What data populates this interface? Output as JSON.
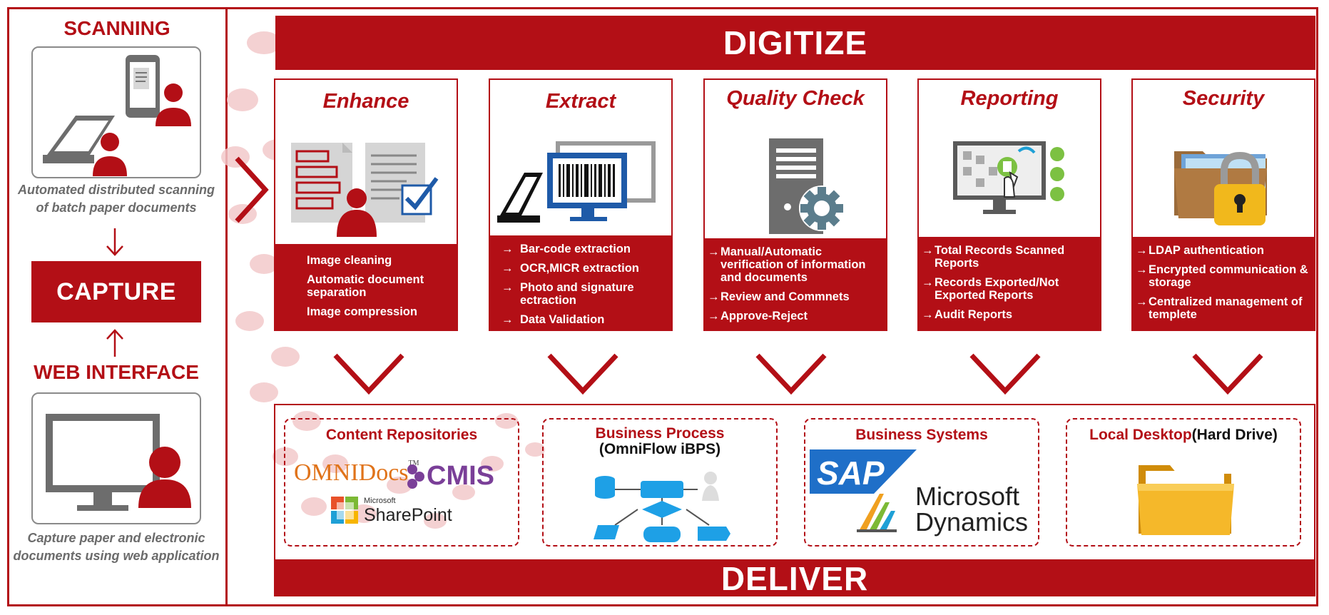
{
  "left": {
    "scanning_title": "SCANNING",
    "scanning_caption_1": "Automated distributed scanning",
    "scanning_caption_2": "of batch paper documents",
    "capture_label": "CAPTURE",
    "web_title": "WEB INTERFACE",
    "web_caption_1": "Capture paper and electronic",
    "web_caption_2": "documents using web application"
  },
  "digitize_title": "DIGITIZE",
  "cards": [
    {
      "title": "Enhance",
      "items": [
        "Image cleaning",
        "Automatic document separation",
        "Image compression"
      ]
    },
    {
      "title": "Extract",
      "items": [
        "Bar-code extraction",
        "OCR,MICR extraction",
        "Photo and signature ectraction",
        "Data Validation"
      ]
    },
    {
      "title": "Quality Check",
      "items": [
        "Manual/Automatic verification of information and documents",
        "Review and Commnets",
        "Approve-Reject"
      ]
    },
    {
      "title": "Reporting",
      "items": [
        "Total Records Scanned Reports",
        "Records Exported/Not Exported Reports",
        "Audit Reports"
      ]
    },
    {
      "title": "Security",
      "items": [
        "LDAP authentication",
        "Encrypted communication & storage",
        "Centralized management of templete"
      ]
    }
  ],
  "deliver_title": "DELIVER",
  "destinations": {
    "content": {
      "title": "Content Repositories",
      "omnidocs": "OMNIDocs",
      "tm": "TM",
      "cmis": "CMIS",
      "ms_small": "Microsoft",
      "sharepoint": "SharePoint"
    },
    "process": {
      "title_1": "Business Process",
      "title_2": "(OmniFlow iBPS)"
    },
    "systems": {
      "title": "Business Systems",
      "sap": "SAP",
      "ms1": "Microsoft",
      "ms2": "Dynamics"
    },
    "desktop": {
      "title_main": "Local Desktop",
      "title_sub": "(Hard Drive)"
    }
  },
  "colors": {
    "brand_red": "#b30f16",
    "gray": "#6b6b6b"
  },
  "arrow_glyph": "→"
}
